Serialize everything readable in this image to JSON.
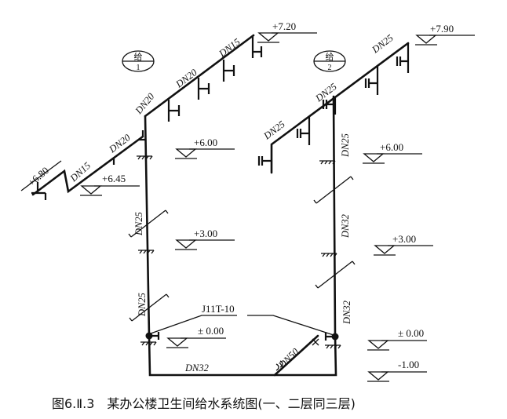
{
  "caption": "图6.Ⅱ.3　某办公楼卫生间给水系统图(一、二层同三层)",
  "systems": [
    {
      "top": "给",
      "bottom": "1"
    },
    {
      "top": "给",
      "bottom": "2"
    }
  ],
  "elevations": {
    "e720": "+7.20",
    "e790": "+7.90",
    "e600_left": "+6.00",
    "e645": "+6.45",
    "e680": "+6.80",
    "e600_right": "+6.00",
    "e300_left": "+3.00",
    "e300_right": "+3.00",
    "e000_left": "± 0.00",
    "e000_right": "± 0.00",
    "em100": "-1.00"
  },
  "pipe_sizes": {
    "b1_dn15_top": "DN15",
    "b1_dn20_mid": "DN20",
    "b1_dn20_corner": "DN20",
    "b1_dn20_low": "DN20",
    "b1_dn15_low": "DN15",
    "r1_dn25_upper": "DN25",
    "r1_dn25_lower": "DN25",
    "b2_dn25_top": "DN25",
    "b2_dn25_mid": "DN25",
    "b2_dn25_left": "DN25",
    "r2_dn25": "DN25",
    "r2_dn32_upper": "DN32",
    "r2_dn32_lower": "DN32",
    "bottom_dn32": "DN32",
    "inlet_dn50": "DN50"
  },
  "valve_label": "J11T-10"
}
